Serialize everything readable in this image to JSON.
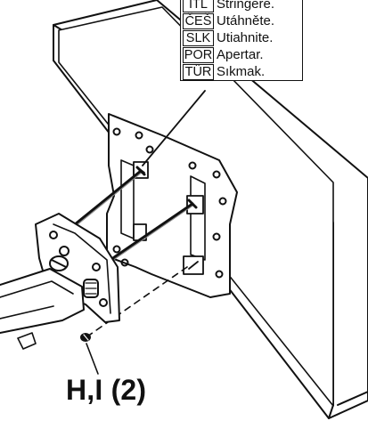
{
  "legend": {
    "rows": [
      {
        "code": "ITL",
        "text": "Stringere."
      },
      {
        "code": "ČEŠ",
        "text": "Utáhněte."
      },
      {
        "code": "SLK",
        "text": "Utiahnite."
      },
      {
        "code": "POR",
        "text": "Apertar."
      },
      {
        "code": "TÜR",
        "text": "Sıkmak."
      }
    ]
  },
  "callout": {
    "label": "H,I (2)"
  }
}
